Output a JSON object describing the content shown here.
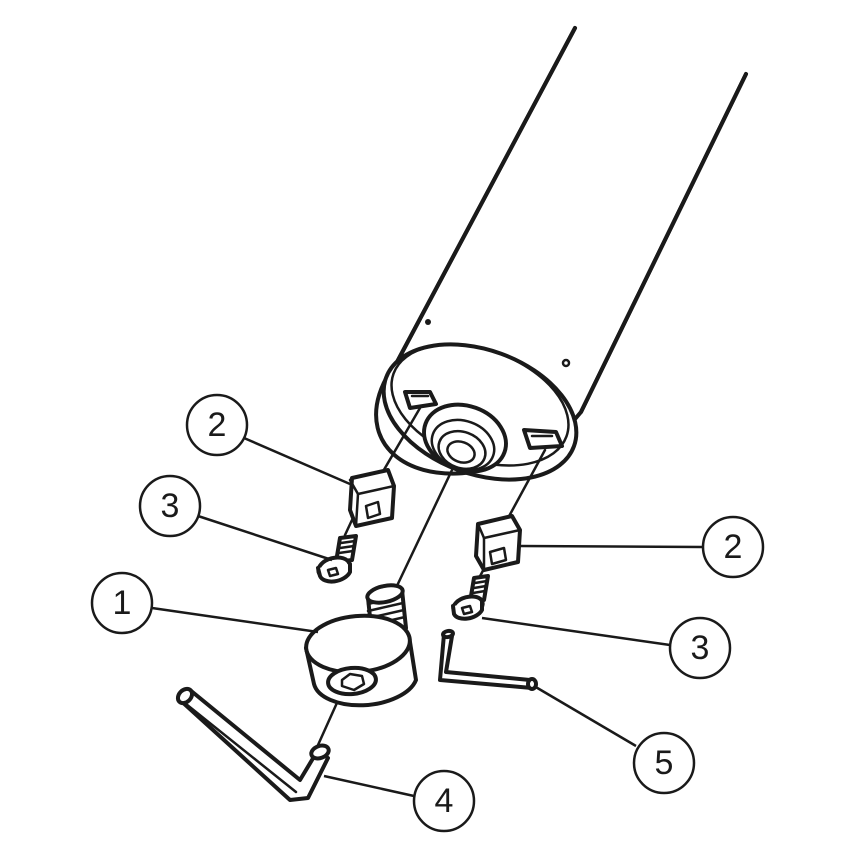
{
  "callouts": [
    {
      "id": "c1",
      "label": "1",
      "part": "bolt"
    },
    {
      "id": "c2a",
      "label": "2",
      "part": "clamp-block-left"
    },
    {
      "id": "c2b",
      "label": "2",
      "part": "clamp-block-right"
    },
    {
      "id": "c3a",
      "label": "3",
      "part": "screw-left"
    },
    {
      "id": "c3b",
      "label": "3",
      "part": "screw-right"
    },
    {
      "id": "c4",
      "label": "4",
      "part": "hex-key-large"
    },
    {
      "id": "c5",
      "label": "5",
      "part": "hex-key-small"
    }
  ],
  "colors": {
    "ink": "#1a1a1a",
    "background": "#ffffff"
  }
}
